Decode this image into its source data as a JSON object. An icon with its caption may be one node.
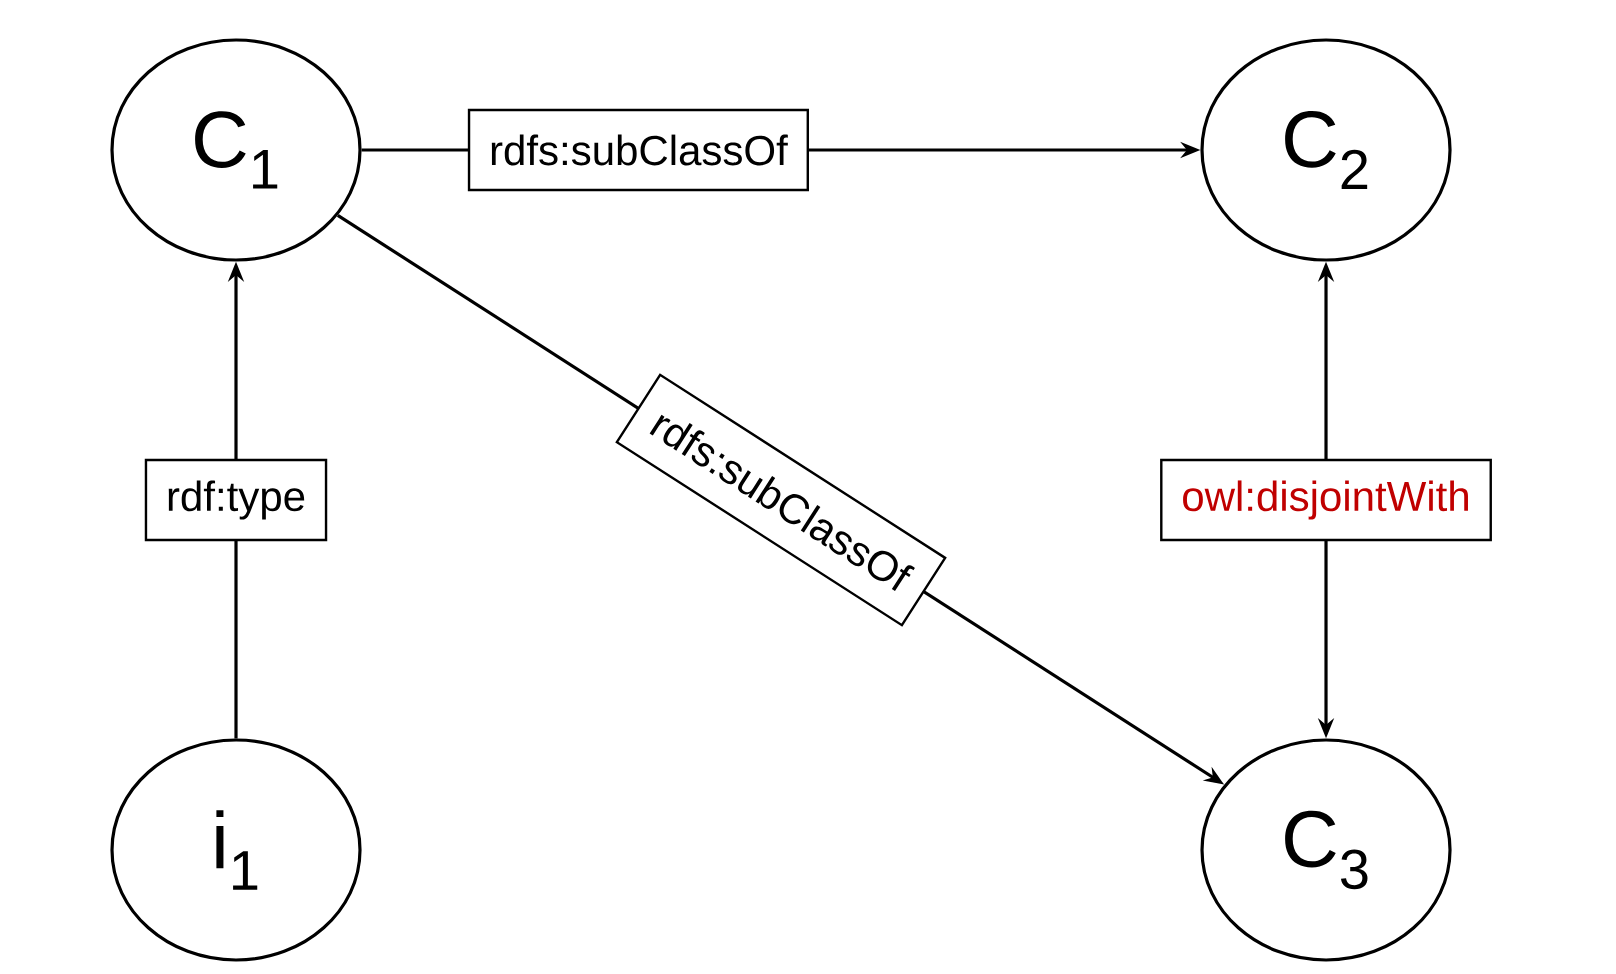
{
  "diagram": {
    "nodes": [
      {
        "text": [
          "C$_{1}$"
        ]
      },
      {
        "text": [
          "C$_{2}$"
        ]
      },
      {
        "text": [
          "i$_{1}$"
        ]
      },
      {
        "text": [
          "C$_{3}$"
        ]
      }
    ],
    "edges": [
      {
        "from": 0,
        "to": 1,
        "arrow": "to",
        "label": "rdfs:subClassOf"
      },
      {
        "from": 2,
        "to": 0,
        "arrow": "to",
        "label": "rdf:type"
      },
      {
        "from": 0,
        "to": 3,
        "arrow": "to",
        "label": "rdfs:subClassOf"
      },
      {
        "from": 1,
        "to": 3,
        "arrow": "both",
        "label": "owl:disjointWith"
      }
    ]
  }
}
